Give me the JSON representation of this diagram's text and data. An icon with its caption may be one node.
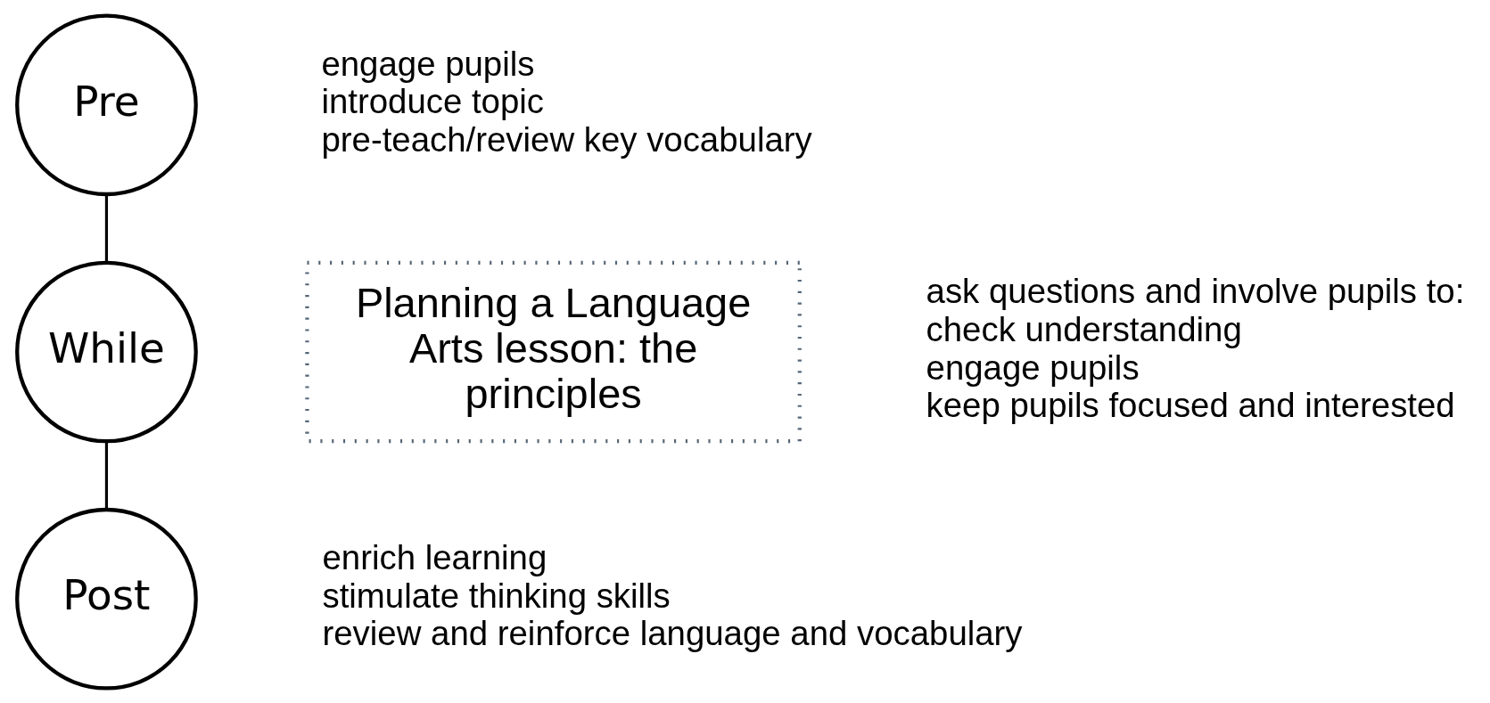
{
  "diagram": {
    "nodes": [
      {
        "text": [
          "Planning a Language Arts lesson: the principles"
        ]
      },
      {
        "text": [
          "Pre"
        ],
        "beside": [
          "engage pupils",
          "introduce topic",
          "pre-teach/review key vocabulary"
        ]
      },
      {
        "text": [
          "While"
        ],
        "beside": [
          "ask questions and involve pupils to:",
          "check understanding",
          "engage pupils",
          "keep pupils focused and interested"
        ]
      },
      {
        "text": [
          "Post"
        ],
        "beside": [
          "enrich learning",
          "stimulate thinking skills",
          "review and reinforce language and vocabulary"
        ]
      }
    ],
    "edges": [
      {
        "from": 1,
        "to": 2,
        "arrow": "none"
      },
      {
        "from": 2,
        "to": 3,
        "arrow": "none"
      }
    ]
  }
}
